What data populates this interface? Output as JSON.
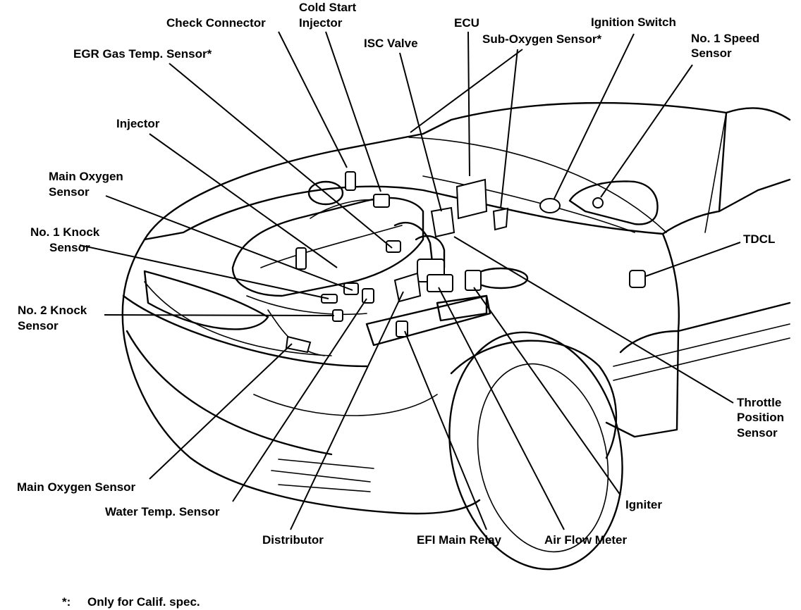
{
  "diagram": {
    "labels": {
      "check_connector": "Check Connector",
      "cold_start_injector_line1": "Cold Start",
      "cold_start_injector_line2": "Injector",
      "isc_valve": "ISC Valve",
      "ecu": "ECU",
      "sub_oxygen_sensor": "Sub-Oxygen Sensor*",
      "ignition_switch": "Ignition Switch",
      "no1_speed_sensor_line1": "No. 1 Speed",
      "no1_speed_sensor_line2": "Sensor",
      "egr_gas_temp_sensor": "EGR Gas Temp. Sensor*",
      "injector": "Injector",
      "main_oxygen_sensor_top_line1": "Main Oxygen",
      "main_oxygen_sensor_top_line2": "Sensor",
      "no1_knock_sensor_line1": "No. 1 Knock",
      "no1_knock_sensor_line2": "Sensor",
      "tdcl": "TDCL",
      "no2_knock_sensor_line1": "No. 2 Knock",
      "no2_knock_sensor_line2": "Sensor",
      "throttle_position_sensor_line1": "Throttle",
      "throttle_position_sensor_line2": "Position",
      "throttle_position_sensor_line3": "Sensor",
      "main_oxygen_sensor_bottom": "Main Oxygen Sensor",
      "igniter": "Igniter",
      "water_temp_sensor": "Water Temp. Sensor",
      "distributor": "Distributor",
      "efi_main_relay": "EFI Main Relay",
      "air_flow_meter": "Air Flow Meter"
    },
    "footnote": {
      "marker": "*:",
      "text": "Only for Calif. spec."
    }
  }
}
